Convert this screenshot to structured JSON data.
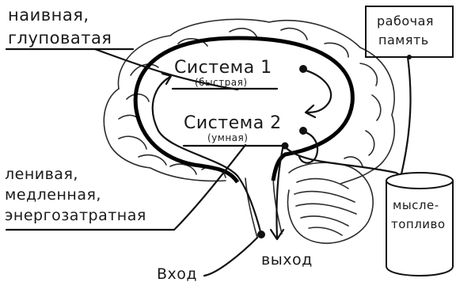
{
  "labels": {
    "naive_line1": "наивная,",
    "naive_line2": "глуповатая",
    "lazy_line1": "ленивая,",
    "lazy_line2": "медленная,",
    "lazy_line3": "энергозатратная",
    "system1": "Система 1",
    "system1_sub": "(быстрая)",
    "system2": "Система 2",
    "system2_sub": "(умная)",
    "working_memory_line1": "рабочая",
    "working_memory_line2": "память",
    "fuel_line1": "мысле-",
    "fuel_line2": "топливо",
    "input": "Вход",
    "output": "выход"
  },
  "colors": {
    "ink": "#111111",
    "paper": "#ffffff"
  }
}
